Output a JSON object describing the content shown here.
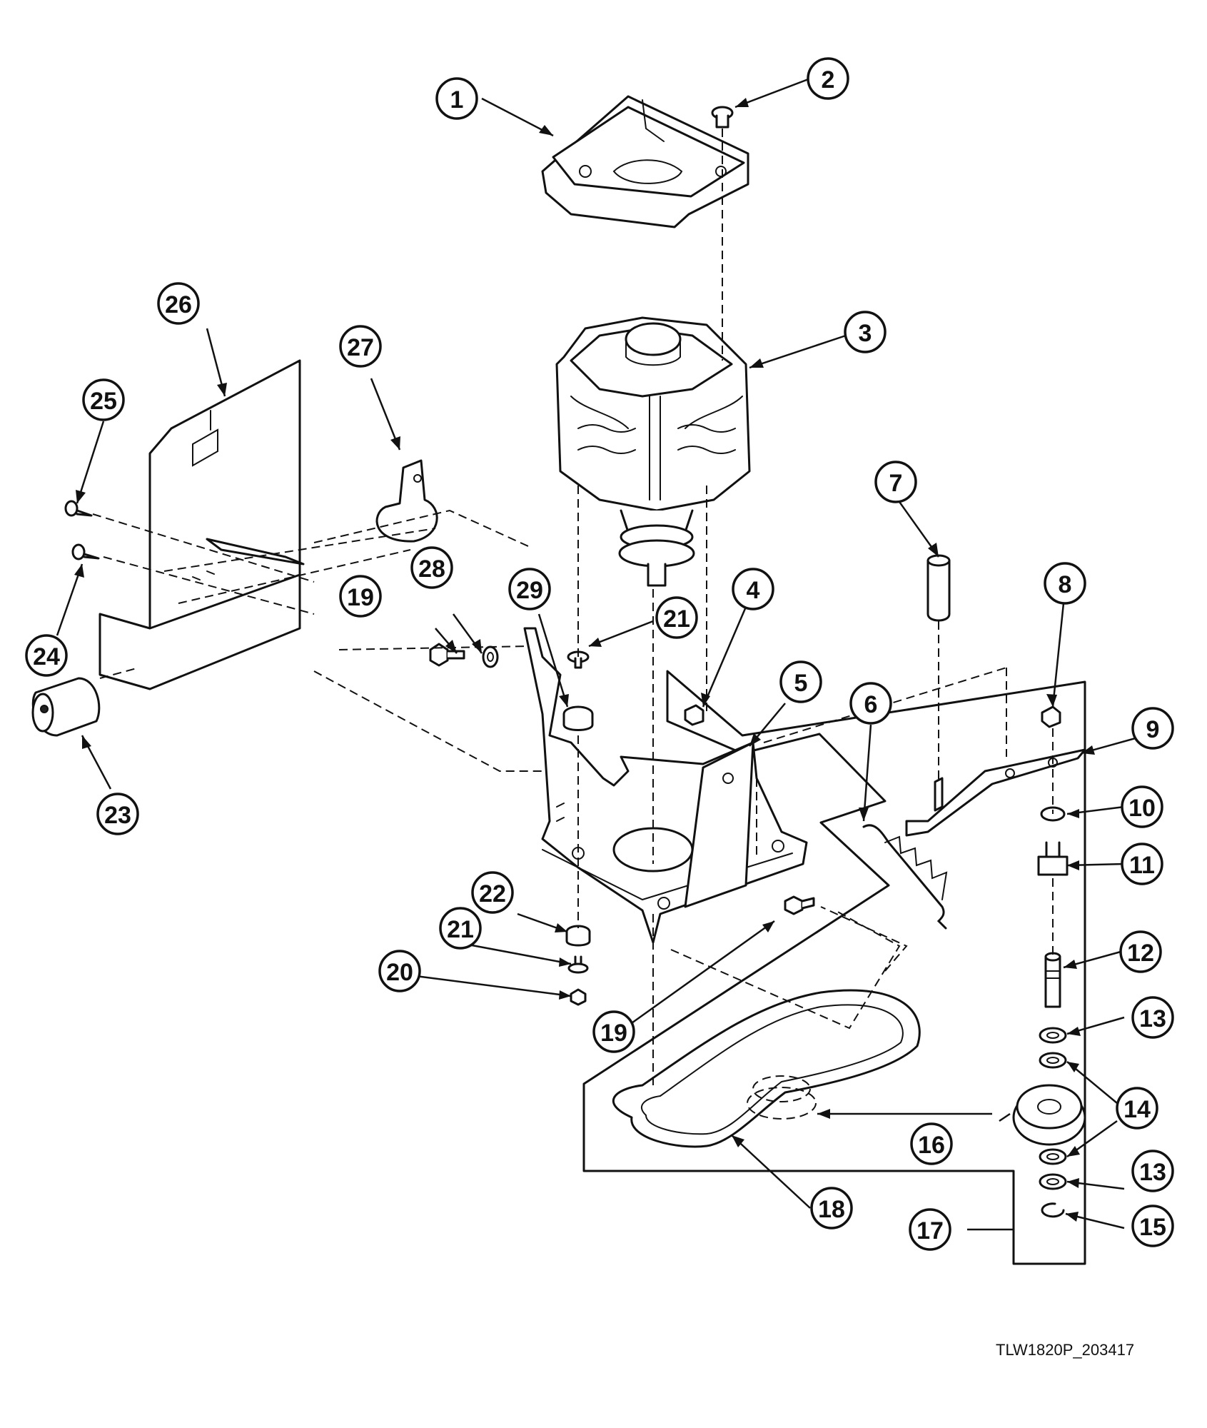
{
  "figure_id": "TLW1820P_203417",
  "colors": {
    "line": "#111111",
    "background": "#ffffff"
  },
  "callouts": [
    {
      "part": "1",
      "label": "1"
    },
    {
      "part": "2",
      "label": "2"
    },
    {
      "part": "3",
      "label": "3"
    },
    {
      "part": "4",
      "label": "4"
    },
    {
      "part": "5",
      "label": "5"
    },
    {
      "part": "6",
      "label": "6"
    },
    {
      "part": "7",
      "label": "7"
    },
    {
      "part": "8",
      "label": "8"
    },
    {
      "part": "9",
      "label": "9"
    },
    {
      "part": "10",
      "label": "10"
    },
    {
      "part": "11",
      "label": "11"
    },
    {
      "part": "12",
      "label": "12"
    },
    {
      "part": "13",
      "label": "13"
    },
    {
      "part": "13",
      "label": "13"
    },
    {
      "part": "14",
      "label": "14"
    },
    {
      "part": "15",
      "label": "15"
    },
    {
      "part": "16",
      "label": "16"
    },
    {
      "part": "17",
      "label": "17"
    },
    {
      "part": "18",
      "label": "18"
    },
    {
      "part": "19",
      "label": "19"
    },
    {
      "part": "19",
      "label": "19"
    },
    {
      "part": "20",
      "label": "20"
    },
    {
      "part": "21",
      "label": "21"
    },
    {
      "part": "21",
      "label": "21"
    },
    {
      "part": "22",
      "label": "22"
    },
    {
      "part": "23",
      "label": "23"
    },
    {
      "part": "24",
      "label": "24"
    },
    {
      "part": "25",
      "label": "25"
    },
    {
      "part": "26",
      "label": "26"
    },
    {
      "part": "27",
      "label": "27"
    },
    {
      "part": "28",
      "label": "28"
    },
    {
      "part": "29",
      "label": "29"
    }
  ]
}
